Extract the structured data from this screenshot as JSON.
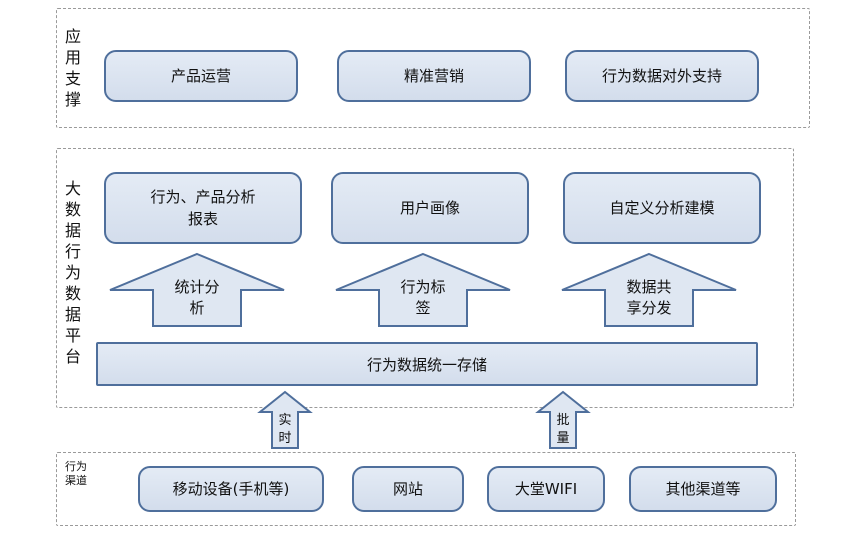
{
  "layers": {
    "app_support": {
      "label": [
        "应",
        "用",
        "支",
        "撑"
      ],
      "boxes": [
        "产品运营",
        "精准营销",
        "行为数据对外支持"
      ]
    },
    "platform": {
      "label": [
        "大",
        "数",
        "据",
        "行",
        "为",
        "数",
        "据",
        "平",
        "台"
      ],
      "boxes": [
        [
          "行为、产品分析",
          "报表"
        ],
        [
          "用户画像"
        ],
        [
          "自定义分析建模"
        ]
      ],
      "arrows": [
        [
          "统计分",
          "析"
        ],
        [
          "行为标",
          "签"
        ],
        [
          "数据共",
          "享分发"
        ]
      ],
      "storage": "行为数据统一存储"
    },
    "channels": {
      "label": [
        "行为",
        "渠道"
      ],
      "boxes": [
        "移动设备(手机等)",
        "网站",
        "大堂WIFI",
        "其他渠道等"
      ]
    }
  },
  "ingest_arrows": [
    [
      "实",
      "时"
    ],
    [
      "批",
      "量"
    ]
  ]
}
